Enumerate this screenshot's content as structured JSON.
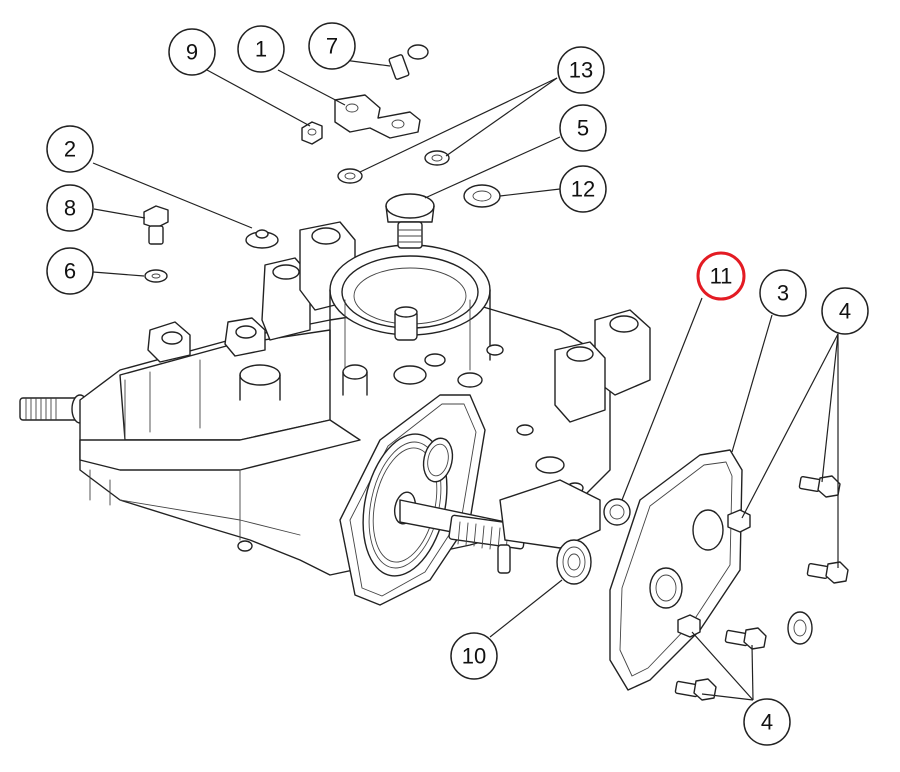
{
  "highlight_color": "#e31b23",
  "callouts": [
    {
      "id": "c9",
      "label": "9",
      "highlighted": false
    },
    {
      "id": "c1",
      "label": "1",
      "highlighted": false
    },
    {
      "id": "c7",
      "label": "7",
      "highlighted": false
    },
    {
      "id": "c13",
      "label": "13",
      "highlighted": false
    },
    {
      "id": "c2",
      "label": "2",
      "highlighted": false
    },
    {
      "id": "c5",
      "label": "5",
      "highlighted": false
    },
    {
      "id": "c12",
      "label": "12",
      "highlighted": false
    },
    {
      "id": "c8",
      "label": "8",
      "highlighted": false
    },
    {
      "id": "c6",
      "label": "6",
      "highlighted": false
    },
    {
      "id": "c11",
      "label": "11",
      "highlighted": true
    },
    {
      "id": "c3",
      "label": "3",
      "highlighted": false
    },
    {
      "id": "c4a",
      "label": "4",
      "highlighted": false
    },
    {
      "id": "c10",
      "label": "10",
      "highlighted": false
    },
    {
      "id": "c4b",
      "label": "4",
      "highlighted": false
    }
  ]
}
